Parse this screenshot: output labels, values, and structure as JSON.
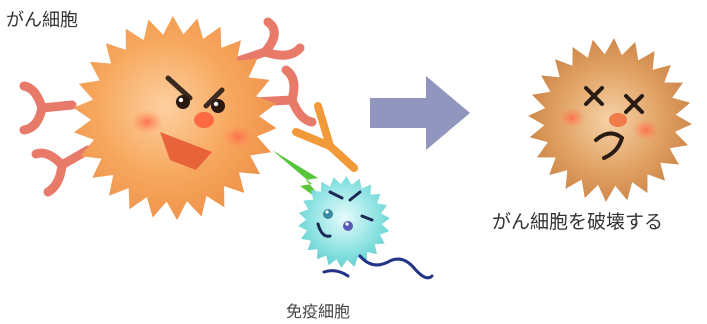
{
  "labels": {
    "cancer_cell": "がん細胞",
    "destroy_text": "がん細胞を破壊する",
    "immune_cell": "免疫細胞"
  },
  "colors": {
    "cancer_orange": "#f5a15a",
    "cancer_dark": "#d0804a",
    "receptor": "#e87a6a",
    "antibody": "#f29a3a",
    "lightning": "#58c43a",
    "immune_cyan": "#66d6d6",
    "arrow": "#9196be",
    "dead_cell": "#d79150",
    "tail": "#223388"
  }
}
